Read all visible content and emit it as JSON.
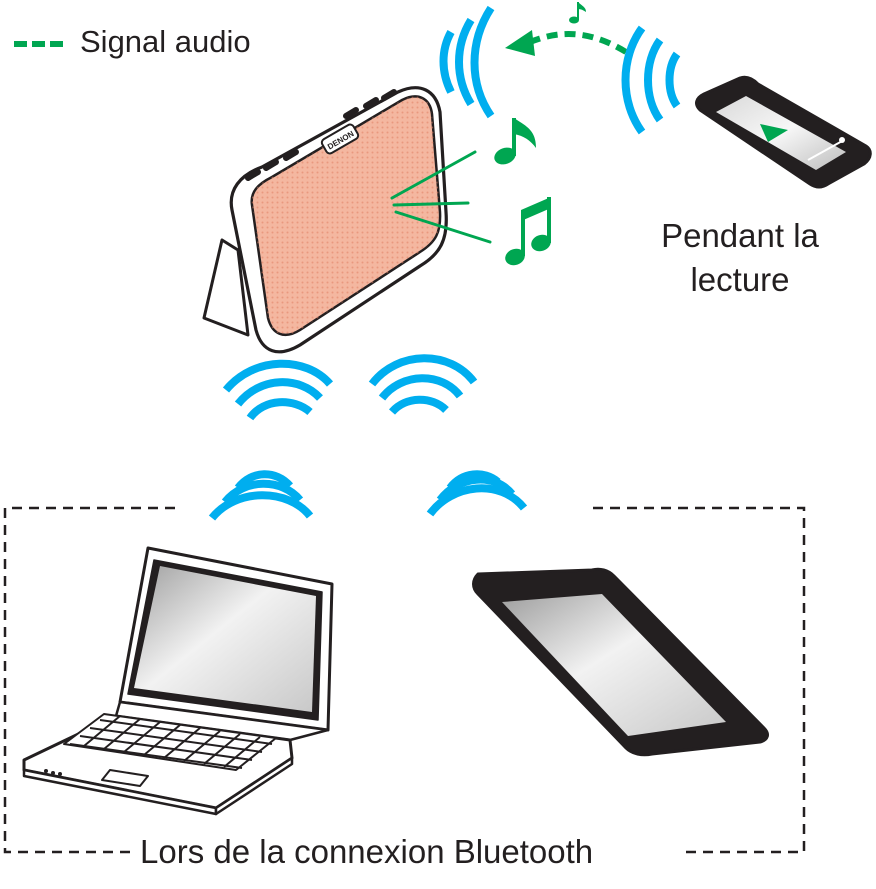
{
  "legend": {
    "label": "Signal audio",
    "color": "#00a651"
  },
  "captions": {
    "playing_line1": "Pendant la",
    "playing_line2": "lecture",
    "bluetooth": "Lors de la connexion Bluetooth"
  },
  "speaker": {
    "brand": "DENON",
    "grille_color": "#f4b7a0"
  },
  "colors": {
    "wave": "#00aeef",
    "signal": "#00a651",
    "outline": "#231f20"
  },
  "icons": {
    "music_note": "music-note-icon",
    "play": "play-icon"
  }
}
